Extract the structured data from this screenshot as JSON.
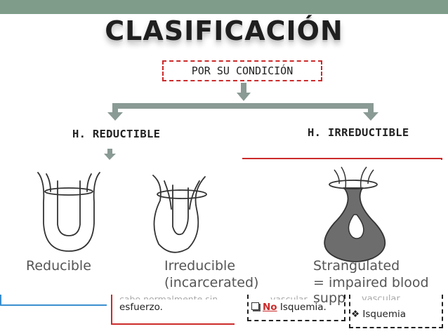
{
  "title": "CLASIFICACIÓN",
  "condition_label": "POR SU CONDICIÓN",
  "left_branch": "H. REDUCTIBLE",
  "right_branch": "H. IRREDUCTIBLE",
  "captions": {
    "reducible": "Reducible",
    "irreducible_1": "Irreducible",
    "irreducible_2": "(incarcerated)",
    "strangulated_1": "Strangulated",
    "strangulated_2": "= impaired blood supp"
  },
  "bottom_left": {
    "clipped": "cabo normalmente sin",
    "text": "esfuerzo."
  },
  "bottom_mid": {
    "clipped": "vascular",
    "no": "No",
    "text": " Isquemia."
  },
  "bottom_right": {
    "clipped": "vascular",
    "text": "Isquemia",
    "bullet": "❖"
  },
  "colors": {
    "topbar": "#7f9c8a",
    "arrow": "#8a9a94",
    "red": "#cc2a2a",
    "blue": "#3a8fd0"
  }
}
